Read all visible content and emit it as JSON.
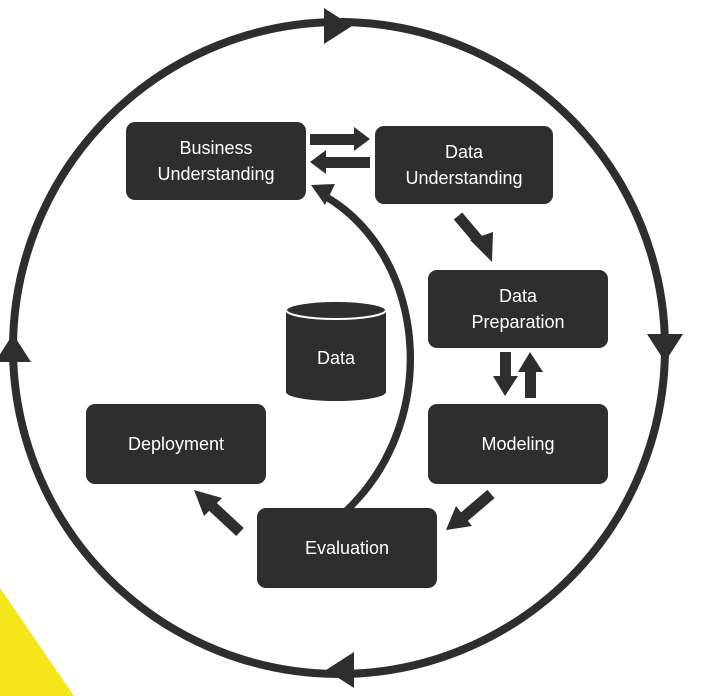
{
  "diagram": {
    "phases": {
      "business_understanding": "Business\nUnderstanding",
      "data_understanding": "Data\nUnderstanding",
      "data_preparation": "Data\nPreparation",
      "modeling": "Modeling",
      "evaluation": "Evaluation",
      "deployment": "Deployment"
    },
    "data_store": "Data"
  },
  "colors": {
    "box": "#2e2e2e",
    "text": "#ffffff",
    "arrow": "#2e2e2e",
    "background": "#ffffff",
    "accent": "#f5e61a"
  }
}
